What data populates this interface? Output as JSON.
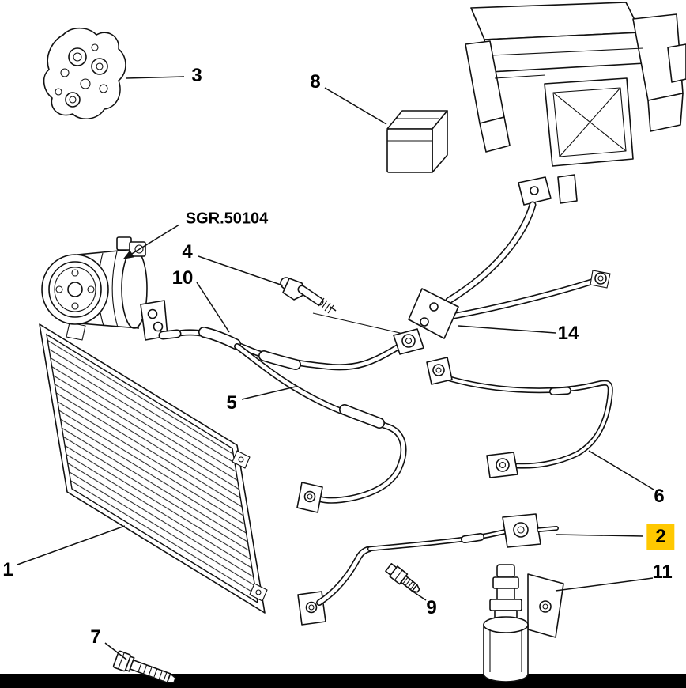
{
  "diagram": {
    "reference_label": "SGR.50104",
    "highlighted_part": "2",
    "colors": {
      "highlight": "#FFC800",
      "line": "#111111",
      "background": "#FFFFFF",
      "bottom_bar": "#000000"
    },
    "part_labels": {
      "p1": "1",
      "p2": "2",
      "p3": "3",
      "p4": "4",
      "p5": "5",
      "p6": "6",
      "p7": "7",
      "p8": "8",
      "p9": "9",
      "p10": "10",
      "p11": "11",
      "p14": "14"
    }
  }
}
